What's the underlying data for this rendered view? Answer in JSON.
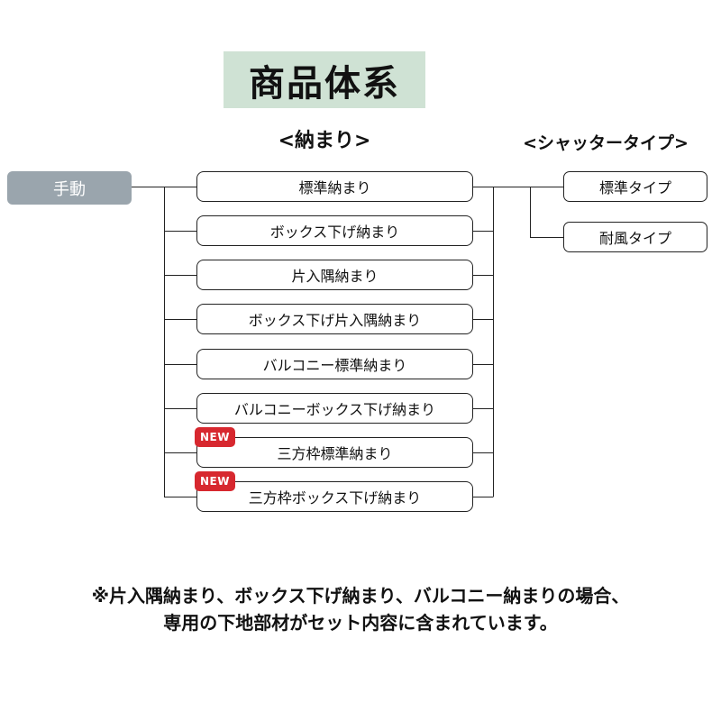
{
  "title": "商品体系",
  "headers": {
    "fitting": "<納まり>",
    "shutter_type": "<シャッタータイプ>"
  },
  "manual": {
    "label": "手動"
  },
  "fittings": [
    {
      "label": "標準納まり",
      "new": false
    },
    {
      "label": "ボックス下げ納まり",
      "new": false
    },
    {
      "label": "片入隅納まり",
      "new": false
    },
    {
      "label": "ボックス下げ片入隅納まり",
      "new": false
    },
    {
      "label": "バルコニー標準納まり",
      "new": false
    },
    {
      "label": "バルコニーボックス下げ納まり",
      "new": false
    },
    {
      "label": "三方枠標準納まり",
      "new": true
    },
    {
      "label": "三方枠ボックス下げ納まり",
      "new": true
    }
  ],
  "new_badge_label": "NEW",
  "shutter_types": [
    {
      "label": "標準タイプ"
    },
    {
      "label": "耐風タイプ"
    }
  ],
  "note": {
    "line1": "※片入隅納まり、ボックス下げ納まり、バルコニー納まりの場合、",
    "line2": "専用の下地部材がセット内容に含まれています。"
  },
  "colors": {
    "title_bg": "#cfe2d4",
    "manual_bg": "#9aa5ad",
    "badge_bg": "#d7282f",
    "border": "#222222"
  }
}
